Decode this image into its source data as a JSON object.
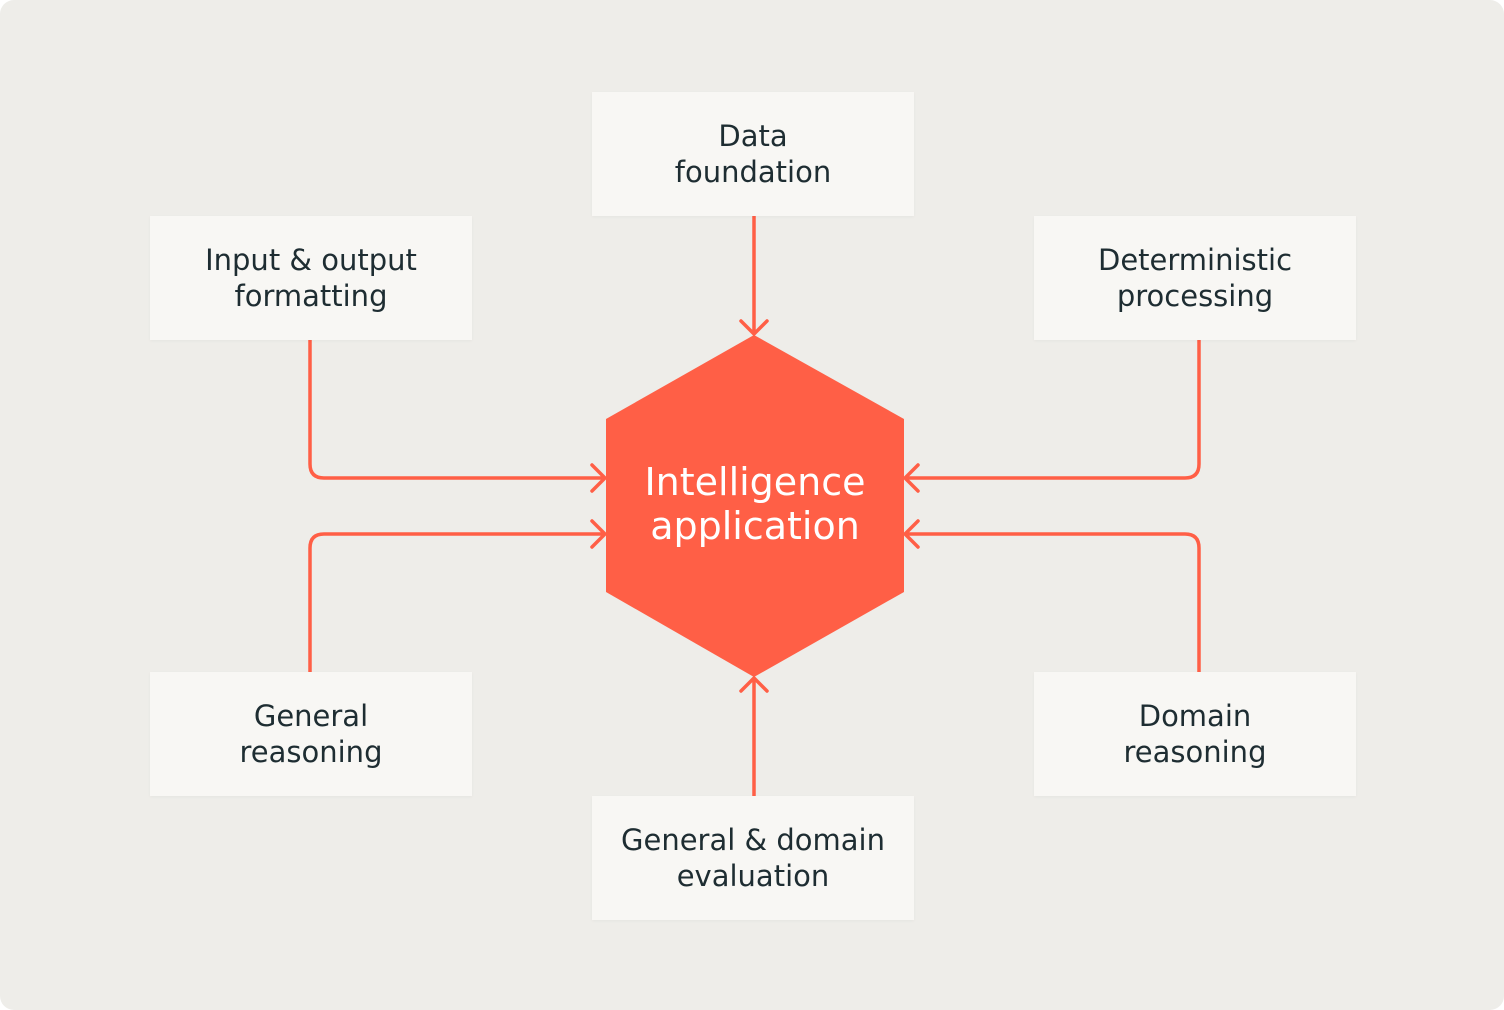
{
  "center": {
    "line1": "Intelligence",
    "line2": "application"
  },
  "nodes": {
    "data_foundation": {
      "line1": "Data",
      "line2": "foundation"
    },
    "io_formatting": {
      "line1": "Input & output",
      "line2": "formatting"
    },
    "deterministic": {
      "line1": "Deterministic",
      "line2": "processing"
    },
    "general_reasoning": {
      "line1": "General",
      "line2": "reasoning"
    },
    "domain_reasoning": {
      "line1": "Domain",
      "line2": "reasoning"
    },
    "evaluation": {
      "line1": "General & domain",
      "line2": "evaluation"
    }
  },
  "colors": {
    "accent": "#ff5f46",
    "box": "#f8f7f4",
    "background": "#eeede9",
    "text": "#1e2d32"
  }
}
